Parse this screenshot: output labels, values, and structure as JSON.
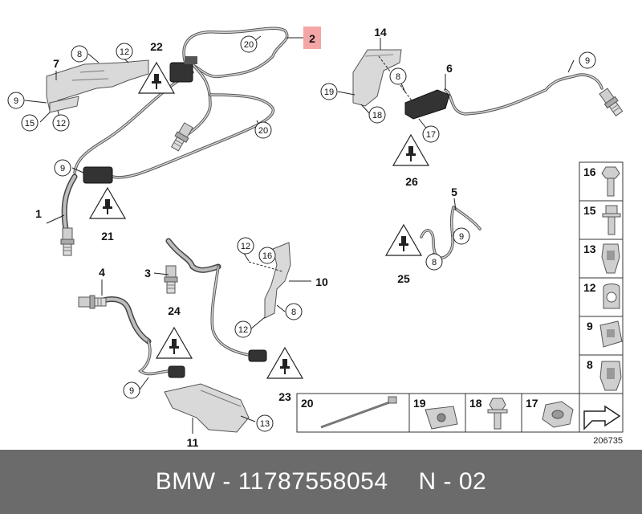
{
  "callouts": {
    "c1": "1",
    "c2": "2",
    "c3": "3",
    "c4": "4",
    "c5": "5",
    "c6": "6",
    "c7": "7",
    "c8a": "8",
    "c8b": "8",
    "c8c": "8",
    "c8d": "8",
    "c9a": "9",
    "c9b": "9",
    "c9c": "9",
    "c9d": "9",
    "c9e": "9",
    "c10": "10",
    "c11": "11",
    "c12a": "12",
    "c12b": "12",
    "c12c": "12",
    "c12d": "12",
    "c13": "13",
    "c14": "14",
    "c15": "15",
    "c16": "16",
    "c17": "17",
    "c18": "18",
    "c19": "19",
    "c20a": "20",
    "c20b": "20",
    "c21": "21",
    "c22": "22",
    "c23": "23",
    "c24": "24",
    "c25": "25",
    "c26": "26"
  },
  "legend_side": [
    "16",
    "15",
    "13",
    "12",
    "9",
    "8"
  ],
  "legend_bottom": [
    "20",
    "19",
    "18",
    "17"
  ],
  "diagram_ref": "206735",
  "footer": {
    "brand": "BMW",
    "part_number": "11787558054",
    "page": "N - 02"
  },
  "colors": {
    "highlight": "#f4a6a6",
    "footer_bg": "#6b6b6b"
  }
}
